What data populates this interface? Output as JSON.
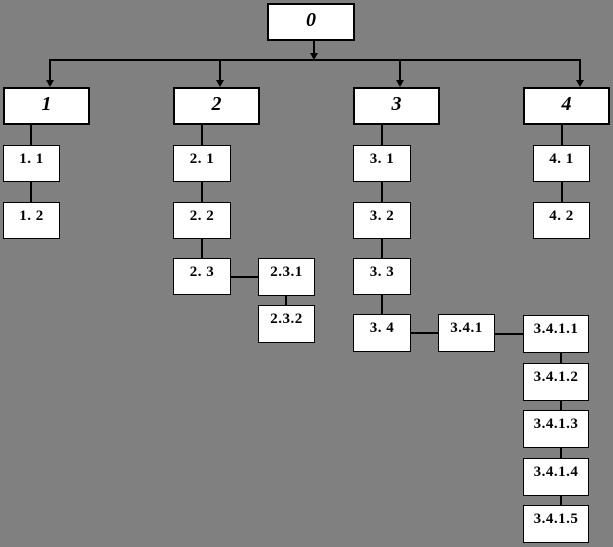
{
  "diagram": {
    "type": "hierarchy-tree",
    "colors": {
      "background": "#808080",
      "node_fill": "#ffffff",
      "line": "#000000",
      "text": "#000000"
    },
    "root_id": "0",
    "nodes": [
      {
        "id": "0",
        "parent": null,
        "label": "0"
      },
      {
        "id": "1",
        "parent": "0",
        "label": "1"
      },
      {
        "id": "2",
        "parent": "0",
        "label": "2"
      },
      {
        "id": "3",
        "parent": "0",
        "label": "3"
      },
      {
        "id": "4",
        "parent": "0",
        "label": "4"
      },
      {
        "id": "1.1",
        "parent": "1",
        "label": "1. 1"
      },
      {
        "id": "1.2",
        "parent": "1",
        "label": "1. 2"
      },
      {
        "id": "2.1",
        "parent": "2",
        "label": "2. 1"
      },
      {
        "id": "2.2",
        "parent": "2",
        "label": "2. 2"
      },
      {
        "id": "2.3",
        "parent": "2",
        "label": "2. 3"
      },
      {
        "id": "2.3.1",
        "parent": "2.3",
        "label": "2.3.1"
      },
      {
        "id": "2.3.2",
        "parent": "2.3",
        "label": "2.3.2"
      },
      {
        "id": "3.1",
        "parent": "3",
        "label": "3. 1"
      },
      {
        "id": "3.2",
        "parent": "3",
        "label": "3. 2"
      },
      {
        "id": "3.3",
        "parent": "3",
        "label": "3. 3"
      },
      {
        "id": "3.4",
        "parent": "3",
        "label": "3. 4"
      },
      {
        "id": "3.4.1",
        "parent": "3.4",
        "label": "3.4.1"
      },
      {
        "id": "3.4.1.1",
        "parent": "3.4.1",
        "label": "3.4.1.1"
      },
      {
        "id": "3.4.1.2",
        "parent": "3.4.1",
        "label": "3.4.1.2"
      },
      {
        "id": "3.4.1.3",
        "parent": "3.4.1",
        "label": "3.4.1.3"
      },
      {
        "id": "3.4.1.4",
        "parent": "3.4.1",
        "label": "3.4.1.4"
      },
      {
        "id": "3.4.1.5",
        "parent": "3.4.1",
        "label": "3.4.1.5"
      },
      {
        "id": "4.1",
        "parent": "4",
        "label": "4. 1"
      },
      {
        "id": "4.2",
        "parent": "4",
        "label": "4. 2"
      }
    ]
  }
}
